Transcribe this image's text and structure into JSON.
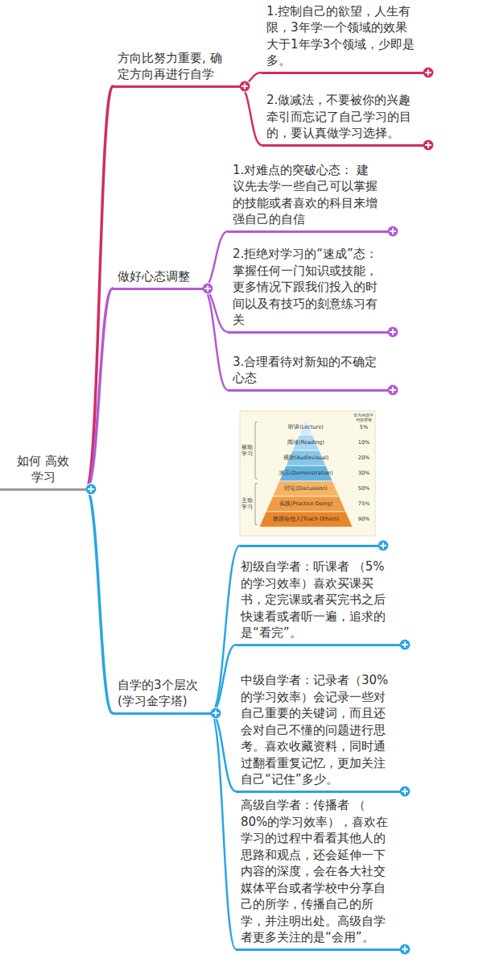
{
  "diagram": {
    "nodes": [
      {
        "text": [
          "如何 高效学习"
        ]
      },
      {
        "text": [
          "方向比努力重要, 确定方向再进行自学"
        ]
      },
      {
        "text": [
          "1.控制自己的欲望，人生有限，3年学一个领域的效果大于1年学3个领域，少即是多。"
        ]
      },
      {
        "text": [
          "2.做减法，不要被你的兴趣牵引而忘记了自己学习的目的，要认真做学习选择。"
        ]
      },
      {
        "text": [
          "做好心态调整"
        ]
      },
      {
        "text": [
          "1.对难点的突破心态： 建议先去学一些自己可以掌握的技能或者喜欢的科目来增强自己的自信"
        ]
      },
      {
        "text": [
          "2.拒绝对学习的“速成”态： 掌握任何一门知识或技能，更多情况下跟我们投入的时间以及有技巧的刻意练习有关"
        ]
      },
      {
        "text": [
          "3.合理看待对新知的不确定心态"
        ]
      },
      {
        "text": [
          "自学的3个层次 (学习金字塔)"
        ]
      },
      {
        "text": [
          "被动学习",
          "主动学习",
          "学习内容平均留存率",
          "听讲(Lecture)",
          "阅读(Reading)",
          "视听(Audiovisual)",
          "演示(Demonstration)",
          "讨论(Discussion)",
          "实践(Practice Doing)",
          "教授给他人(Teach Others)",
          "5%",
          "10%",
          "20%",
          "30%",
          "50%",
          "75%",
          "90%"
        ]
      },
      {
        "text": [
          "初级自学者：听课者 （5%的学习效率）喜欢买课买书，定完课或者买完书之后快速看或者听一遍，追求的是“看完”。"
        ]
      },
      {
        "text": [
          "中级自学者：记录者（30%的学习效率）会记录一些对自己重要的关键词，而且还会对自己不懂的问题进行思考。喜欢收藏资料，同时通过翻看重复记忆，更加关注自己“记住”多少。"
        ]
      },
      {
        "text": [
          "高级自学者：传播者 （ 80%的学习效率），喜欢在学习的过程中看看其他人的思路和观点，还会延伸一下内容的深度，会在各大社交媒体平台或者学校中分享自己的所学，传播自己的所学，并注明出处。高级自学者更多关注的是“会用”。"
        ]
      }
    ],
    "edges": [
      {
        "from": 0,
        "to": 1,
        "arrow": "none"
      },
      {
        "from": 1,
        "to": 2,
        "arrow": "none"
      },
      {
        "from": 1,
        "to": 3,
        "arrow": "none"
      },
      {
        "from": 0,
        "to": 4,
        "arrow": "none"
      },
      {
        "from": 4,
        "to": 5,
        "arrow": "none"
      },
      {
        "from": 4,
        "to": 6,
        "arrow": "none"
      },
      {
        "from": 4,
        "to": 7,
        "arrow": "none"
      },
      {
        "from": 0,
        "to": 8,
        "arrow": "none"
      },
      {
        "from": 8,
        "to": 9,
        "arrow": "none"
      },
      {
        "from": 8,
        "to": 10,
        "arrow": "none"
      },
      {
        "from": 8,
        "to": 11,
        "arrow": "none"
      },
      {
        "from": 8,
        "to": 12,
        "arrow": "none"
      }
    ]
  }
}
